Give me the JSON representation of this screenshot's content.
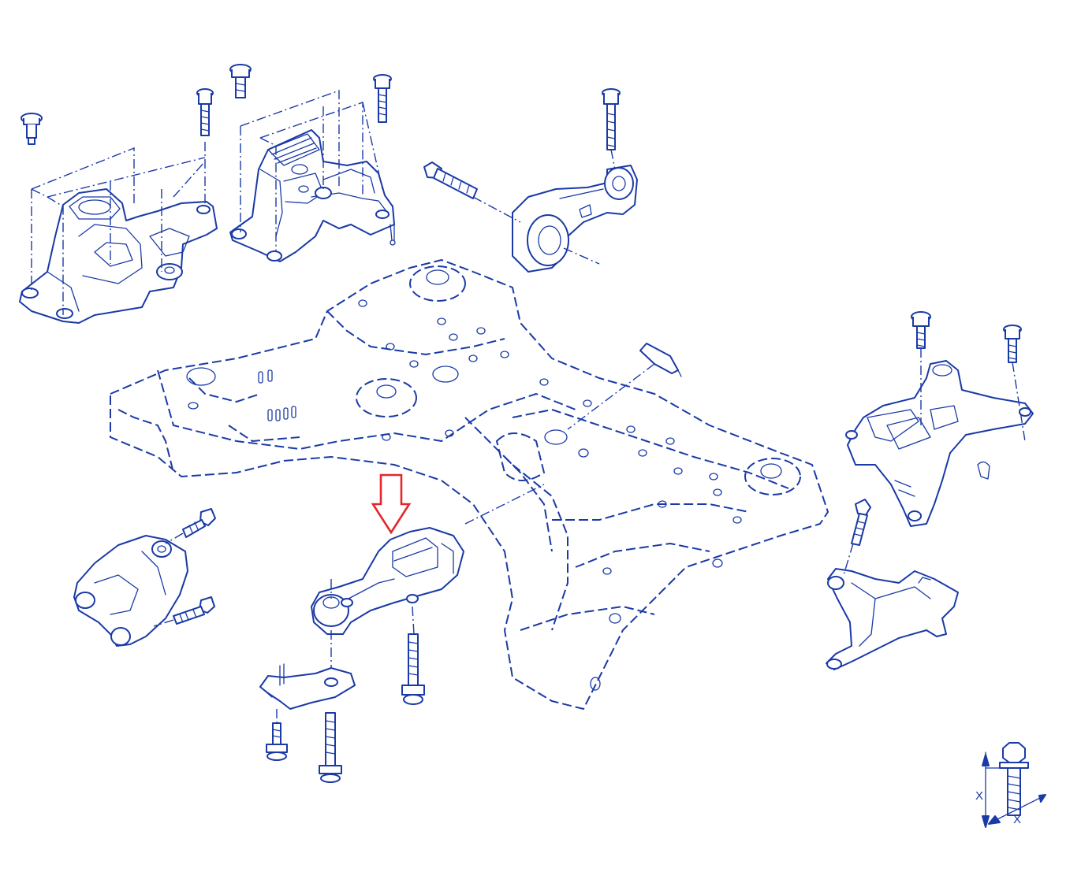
{
  "colors": {
    "ink": "#1a3aa6",
    "accent": "#e3262b",
    "background": "#ffffff"
  },
  "diagram": {
    "highlighted_part": "rear-torque-rod-mount",
    "dimension_legend": {
      "label_vertical": "X",
      "label_horizontal": "X"
    }
  }
}
